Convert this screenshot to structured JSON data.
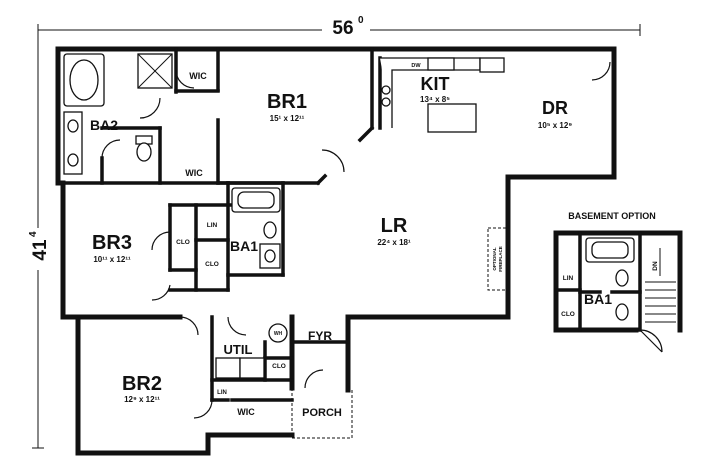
{
  "dimensions": {
    "width_main": "56",
    "width_sup": "0",
    "depth_main": "41",
    "depth_sup": "4"
  },
  "rooms": {
    "kit": {
      "name": "KIT",
      "size": "13⁴ x 8⁵"
    },
    "dr": {
      "name": "DR",
      "size": "10⁵ x 12⁹"
    },
    "br1": {
      "name": "BR1",
      "size": "15¹ x 12¹¹"
    },
    "ba2": {
      "name": "BA2"
    },
    "br3": {
      "name": "BR3",
      "size": "10¹¹ x 12¹¹"
    },
    "lr": {
      "name": "LR",
      "size": "22⁴ x 18¹"
    },
    "ba1": {
      "name": "BA1"
    },
    "br2": {
      "name": "BR2",
      "size": "12⁹ x 12¹¹"
    },
    "util": {
      "name": "UTIL"
    },
    "fyr": {
      "name": "FYR"
    },
    "porch": {
      "name": "PORCH"
    }
  },
  "labels": {
    "wic": "WIC",
    "clo": "CLO",
    "lin": "LIN",
    "dw": "DW",
    "wh": "WH",
    "fireplace_line1": "OPTIONAL",
    "fireplace_line2": "FIREPLACE"
  },
  "basement": {
    "title": "BASEMENT OPTION",
    "bath": "BA1",
    "lin": "LIN",
    "clo": "CLO",
    "stair": "DN"
  }
}
